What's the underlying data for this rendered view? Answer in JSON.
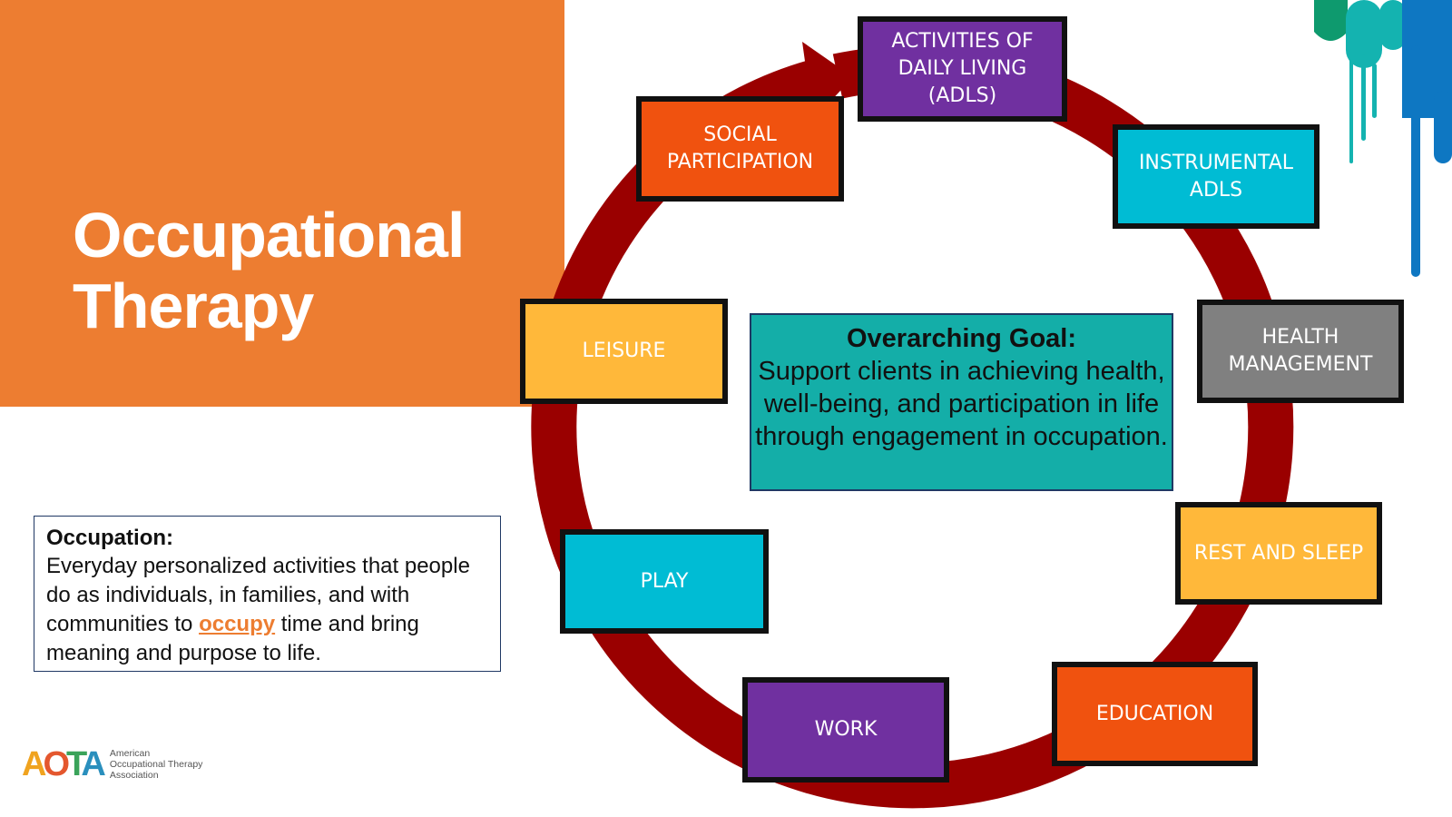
{
  "title": {
    "line1": "Occupational",
    "line2": "Therapy"
  },
  "definition": {
    "term": "Occupation:",
    "body_part1": "Everyday personalized activities that people do as individuals, in families, and with communities to ",
    "link_word": "occupy",
    "body_part2": " time and bring meaning and purpose to life."
  },
  "goal": {
    "title": "Overarching Goal:",
    "body": "Support clients in achieving health, well-being, and participation in life through engagement in occupation."
  },
  "cycle": {
    "nodes": [
      {
        "key": "adls",
        "label": "ACTIVITIES OF\nDAILY LIVING\n(ADLS)",
        "color": "#7030a0"
      },
      {
        "key": "iadls",
        "label": "INSTRUMENTAL\nADLS",
        "color": "#00bcd4"
      },
      {
        "key": "health",
        "label": "HEALTH\nMANAGEMENT",
        "color": "#808080"
      },
      {
        "key": "rest",
        "label": "REST AND SLEEP",
        "color": "#ffb83a"
      },
      {
        "key": "education",
        "label": "EDUCATION",
        "color": "#f0520f"
      },
      {
        "key": "work",
        "label": "WORK",
        "color": "#7030a0"
      },
      {
        "key": "play",
        "label": "PLAY",
        "color": "#00bcd4"
      },
      {
        "key": "leisure",
        "label": "LEISURE",
        "color": "#ffb83a"
      },
      {
        "key": "social",
        "label": "SOCIAL\nPARTICIPATION",
        "color": "#f0520f"
      }
    ],
    "ring_color": "#9a0000"
  },
  "logo": {
    "letters": "AOTA",
    "letter_colors": [
      "#f0a31f",
      "#e4572e",
      "#3aa35a",
      "#2a8fbd"
    ],
    "line1": "American",
    "line2": "Occupational Therapy",
    "line3": "Association"
  },
  "decor_colors": {
    "teal": "#14b3b0",
    "blue": "#0e77c2",
    "green": "#0e9a6e"
  }
}
